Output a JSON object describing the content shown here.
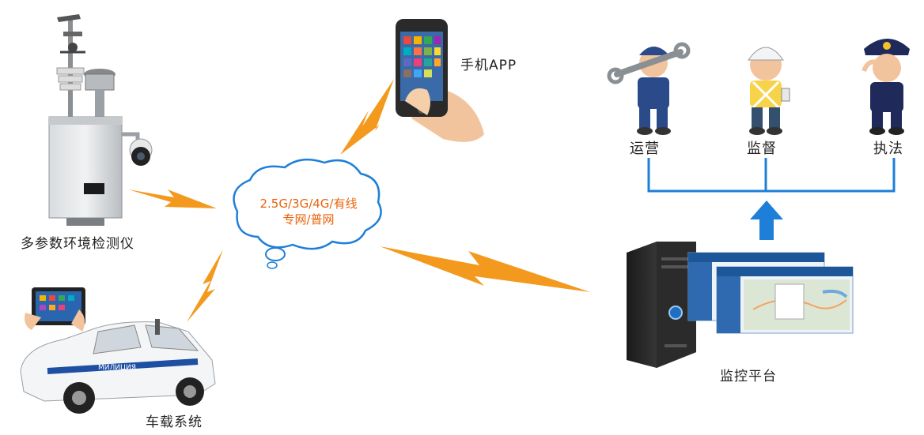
{
  "nodes": {
    "station": {
      "label": "多参数环境检测仪"
    },
    "app": {
      "label": "手机APP"
    },
    "vehicle": {
      "label": "车载系统",
      "car_sticker": "МИЛИЦИЯ"
    },
    "platform": {
      "label": "监控平台"
    }
  },
  "network": {
    "line1": "2.5G/3G/4G/有线",
    "line2": "专网/普网"
  },
  "roles": [
    {
      "label": "运营",
      "icon": "wrench-worker-icon"
    },
    {
      "label": "监督",
      "icon": "hardhat-inspector-icon"
    },
    {
      "label": "执法",
      "icon": "police-officer-icon"
    }
  ],
  "colors": {
    "lightning": "#f39a1e",
    "connector": "#1e7fd8",
    "cloud_text": "#e8630a",
    "cloud_stroke": "#1e7fd8"
  }
}
